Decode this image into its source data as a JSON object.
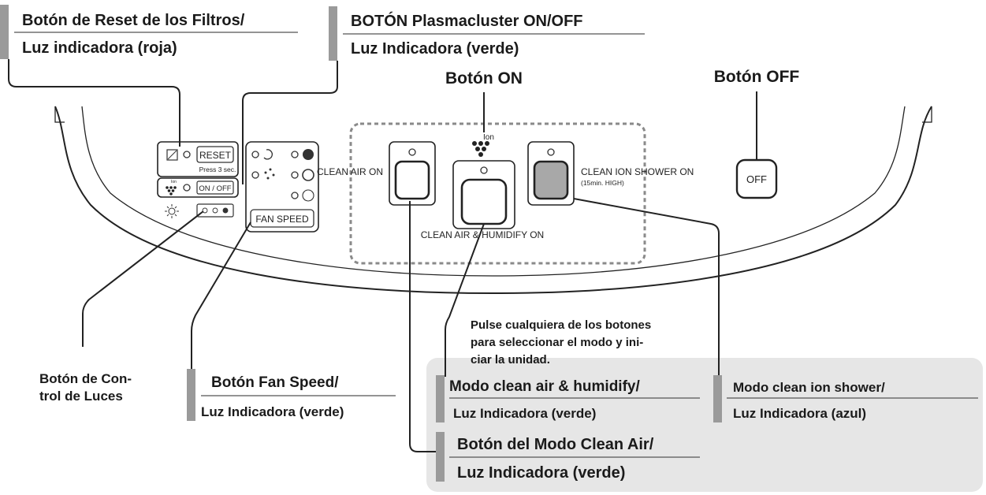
{
  "callouts": {
    "filter_reset": {
      "title": "Botón de Reset de los Filtros/",
      "sub": "Luz indicadora (roja)"
    },
    "plasmacluster": {
      "title": "BOTÓN Plasmacluster ON/OFF",
      "sub": "Luz Indicadora (verde)"
    },
    "on_button": {
      "title": "Botón ON"
    },
    "off_button": {
      "title": "Botón OFF"
    },
    "light_control": {
      "line1": "Botón de Con-",
      "line2": "trol de Luces"
    },
    "fan_speed": {
      "title": "Botón Fan Speed/",
      "sub": "Luz Indicadora (verde)"
    },
    "clean_air_humidify": {
      "title": "Modo clean air & humidify/",
      "sub": "Luz Indicadora (verde)"
    },
    "clean_air": {
      "title": "Botón del Modo Clean Air/",
      "sub": "Luz Indicadora (verde)"
    },
    "clean_ion_shower": {
      "title": "Modo clean ion shower/",
      "sub": "Luz Indicadora (azul)"
    }
  },
  "note": {
    "line1": "Pulse cualquiera de los botones",
    "line2": "para seleccionar el modo y ini-",
    "line3": "ciar la unidad."
  },
  "panel": {
    "reset_label": "RESET",
    "press_hint": "Press 3 sec.",
    "onoff_label": "ON / OFF",
    "ion_small": "Ion",
    "ion_big": "Ion",
    "fan_speed_label": "FAN SPEED",
    "clean_air_on": "CLEAN AIR ON",
    "clean_air_humidify_on": "CLEAN AIR &  HUMIDIFY ON",
    "clean_ion_shower_on": "CLEAN ION SHOWER ON",
    "clean_ion_shower_sub": "(15min. HIGH)",
    "off_label": "OFF"
  },
  "colors": {
    "text": "#1a1a1a",
    "bar": "#9a9a9a",
    "note_box": "#e6e6e6",
    "button_gray": "#a8a8a8",
    "dotted": "#8a8a8a"
  }
}
